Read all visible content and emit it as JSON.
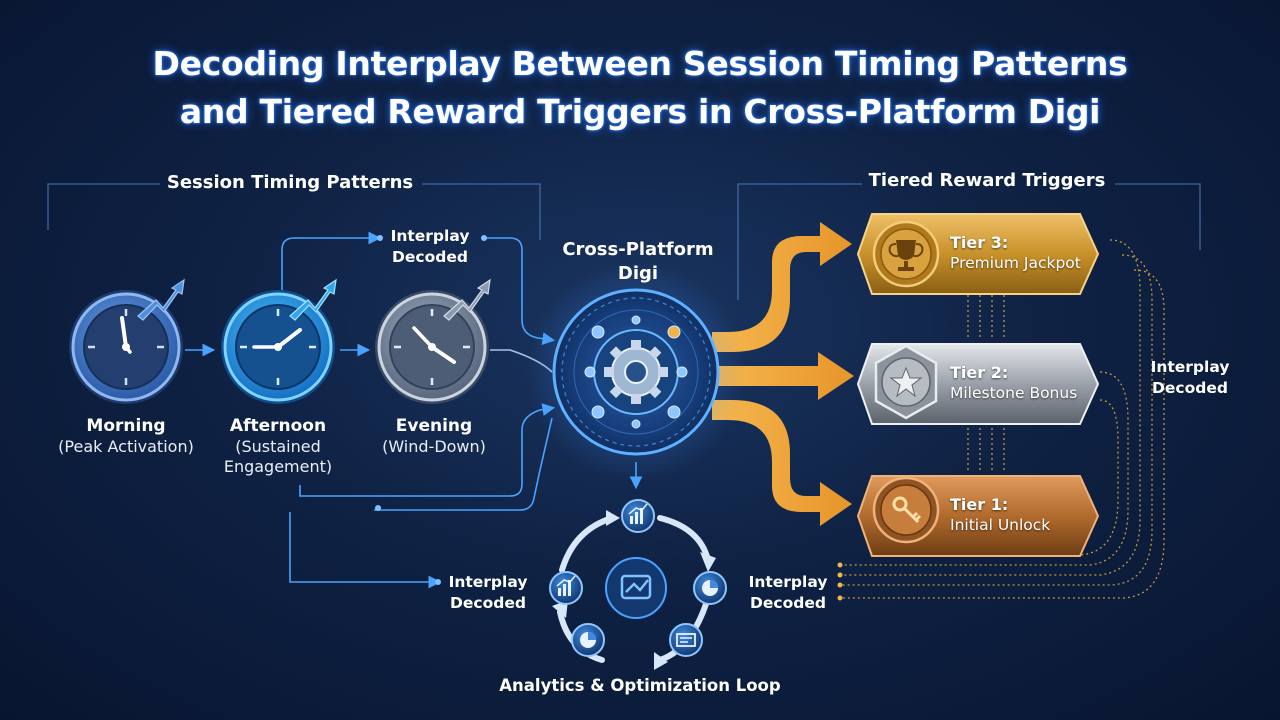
{
  "title": {
    "line1": "Decoding Interplay Between Session Timing Patterns",
    "line2": "and Tiered Reward Triggers in Cross-Platform Digi"
  },
  "sections": {
    "left": "Session Timing Patterns",
    "right": "Tiered Reward Triggers"
  },
  "hub": {
    "line1": "Cross-Platform",
    "line2": "Digi",
    "icon": "gear-icon"
  },
  "timing": [
    {
      "name": "Morning",
      "sub1": "(Peak Activation)",
      "sub2": "",
      "icon": "clock-icon",
      "color": "#3f74c4"
    },
    {
      "name": "Afternoon",
      "sub1": "(Sustained",
      "sub2": "Engagement)",
      "icon": "clock-icon",
      "color": "#1f8fd8"
    },
    {
      "name": "Evening",
      "sub1": "(Wind-Down)",
      "sub2": "",
      "icon": "clock-icon",
      "color": "#6c7f9c"
    }
  ],
  "tiers": [
    {
      "title": "Tier 3:",
      "name": "Premium Jackpot",
      "icon": "trophy-icon",
      "color": "#c8912a"
    },
    {
      "title": "Tier 2:",
      "name": "Milestone Bonus",
      "icon": "star-icon",
      "color": "#8e949c"
    },
    {
      "title": "Tier 1:",
      "name": "Initial Unlock",
      "icon": "key-icon",
      "color": "#b26b2e"
    }
  ],
  "interplay": {
    "top": [
      "Interplay",
      "Decoded"
    ],
    "right": [
      "Interplay",
      "Decoded"
    ],
    "bottom_left": [
      "Interplay",
      "Decoded"
    ],
    "bottom_right": [
      "Interplay",
      "Decoded"
    ]
  },
  "loop": {
    "label": "Analytics & Optimization Loop",
    "icons": [
      "bar-chart-icon",
      "trend-chart-icon",
      "pie-chart-icon",
      "report-icon",
      "pie-chart-icon",
      "sync-icon"
    ]
  },
  "colors": {
    "accent_blue": "#4aa3ff",
    "gold": "#f2a93b",
    "bg": "#0f2244"
  }
}
